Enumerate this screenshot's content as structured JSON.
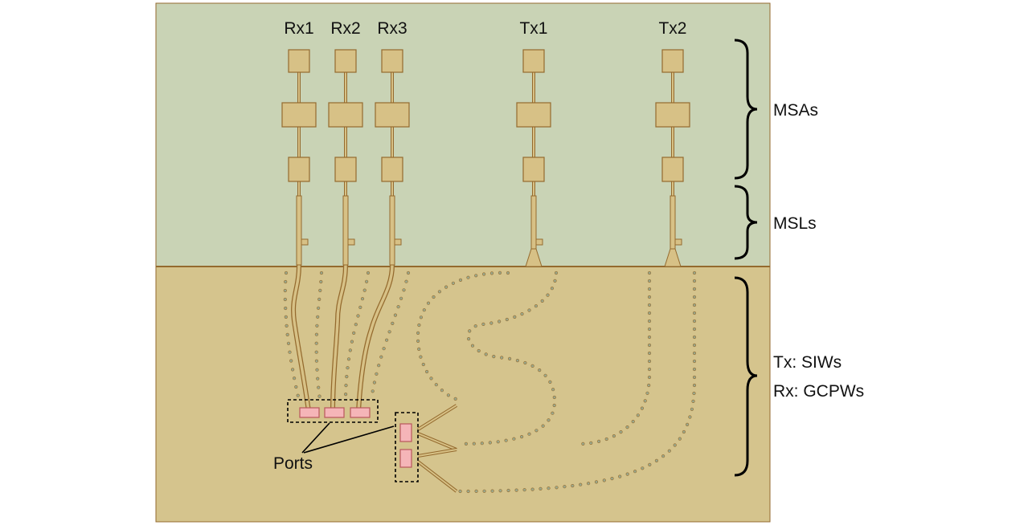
{
  "antenna_labels": {
    "rx1": "Rx1",
    "rx2": "Rx2",
    "rx3": "Rx3",
    "tx1": "Tx1",
    "tx2": "Tx2"
  },
  "section_labels": {
    "msas": "MSAs",
    "msls": "MSLs",
    "feed_tx": "Tx: SIWs",
    "feed_rx": "Rx: GCPWs"
  },
  "ports_label": "Ports",
  "colors": {
    "top_substrate": "#c9d3b5",
    "bottom_substrate": "#d5c48d",
    "copper": "#d7c186",
    "copper_outline": "#946a2e",
    "via": "#9aa88c",
    "port": "#f5b5b8",
    "port_outline": "#b8565c"
  }
}
